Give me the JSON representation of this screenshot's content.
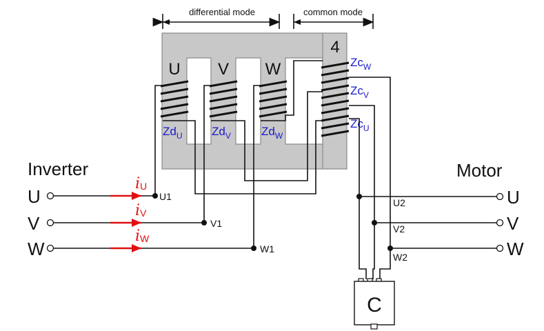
{
  "header": {
    "differential_mode": "differential mode",
    "common_mode": "common mode"
  },
  "core": {
    "number": "4",
    "legs": [
      "U",
      "V",
      "W"
    ]
  },
  "impedances": {
    "zd_u": {
      "base": "Zd",
      "sub": "U"
    },
    "zd_v": {
      "base": "Zd",
      "sub": "V"
    },
    "zd_w": {
      "base": "Zd",
      "sub": "W"
    },
    "zc_w": {
      "base": "Zc",
      "sub": "W"
    },
    "zc_v": {
      "base": "Zc",
      "sub": "V"
    },
    "zc_u": {
      "base": "Zc",
      "sub": "U"
    }
  },
  "inverter": {
    "title": "Inverter",
    "phases": [
      "U",
      "V",
      "W"
    ],
    "currents": [
      {
        "base": "i",
        "sub": "U"
      },
      {
        "base": "i",
        "sub": "V"
      },
      {
        "base": "i",
        "sub": "W"
      }
    ]
  },
  "motor": {
    "title": "Motor",
    "phases": [
      "U",
      "V",
      "W"
    ]
  },
  "nodes": {
    "u1": "U1",
    "v1": "V1",
    "w1": "W1",
    "u2": "U2",
    "v2": "V2",
    "w2": "W2"
  },
  "capacitor": "C",
  "colors": {
    "core": "#c8c8c8",
    "core_stroke": "#8a8a8a",
    "impedance": "#1a1acc",
    "current": "#e01010",
    "wire": "#111111"
  }
}
